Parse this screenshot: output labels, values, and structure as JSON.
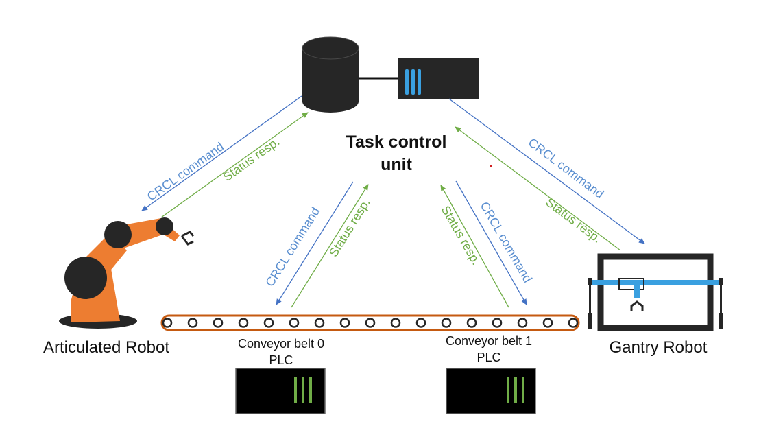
{
  "colors": {
    "blue_line": "#4472C4",
    "blue_text": "#5B8FD0",
    "green_line": "#70AD47",
    "green_text": "#70AD47",
    "robot_orange": "#ED7D31",
    "device_dark": "#262626",
    "plc_led": "#70AD47",
    "server_led": "#3AA0E0",
    "gantry_rail": "#3AA0E0",
    "belt_brown": "#C55A11"
  },
  "task_control": {
    "line1": "Task control",
    "line2": "unit"
  },
  "articulated_robot": {
    "label": "Articulated Robot"
  },
  "gantry_robot": {
    "label": "Gantry Robot"
  },
  "conveyor0": {
    "line1": "Conveyor belt 0",
    "line2": "PLC"
  },
  "conveyor1": {
    "line1": "Conveyor belt 1",
    "line2": "PLC"
  },
  "links": {
    "arm_command": "CRCL command",
    "arm_status": "Status resp.",
    "belt0_command": "CRCL command",
    "belt0_status": "Status resp.",
    "belt1_status": "Status resp.",
    "belt1_command": "CRCL command",
    "gantry_command": "CRCL command",
    "gantry_status": "Status resp."
  },
  "icons": {
    "database": "database-icon",
    "server": "server-icon",
    "robot_arm": "robot-arm-icon",
    "gantry": "gantry-icon",
    "conveyor": "conveyor-belt-icon",
    "plc": "plc-icon"
  }
}
